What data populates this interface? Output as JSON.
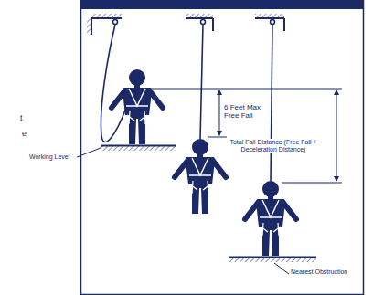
{
  "diagram": {
    "labels": [
      "t",
      "e",
      "Working Level",
      "6 Feet Max Free Fall",
      "Total Fall Distance (Free Fall + Deceleration Distance)",
      "Nearest Obstruction"
    ]
  }
}
